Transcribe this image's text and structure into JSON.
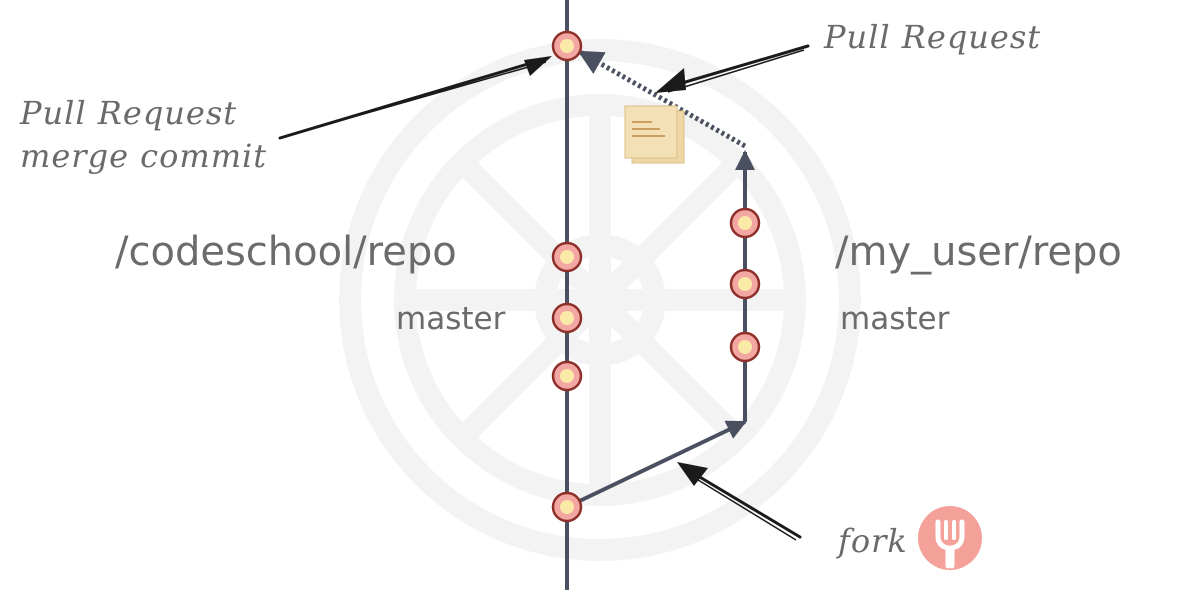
{
  "left_repo": {
    "name": "/codeschool/repo",
    "branch": "master"
  },
  "right_repo": {
    "name": "/my_user/repo",
    "branch": "master"
  },
  "notes": {
    "merge": {
      "line1": "Pull Request",
      "line2": "merge commit"
    },
    "pull_request": "Pull Request",
    "fork": "fork"
  },
  "icons": {
    "document": "document-icon",
    "fork": "fork-icon"
  },
  "colors": {
    "line": "#4a5060",
    "commit_fill": "#fbe9a8",
    "commit_ring": "#f3a7a3",
    "commit_stroke": "#8e2f2a",
    "text": "#6b6b6b",
    "fork_badge": "#f4a19a",
    "document": "#f1dcac",
    "watermark": "#f3f3f3"
  }
}
